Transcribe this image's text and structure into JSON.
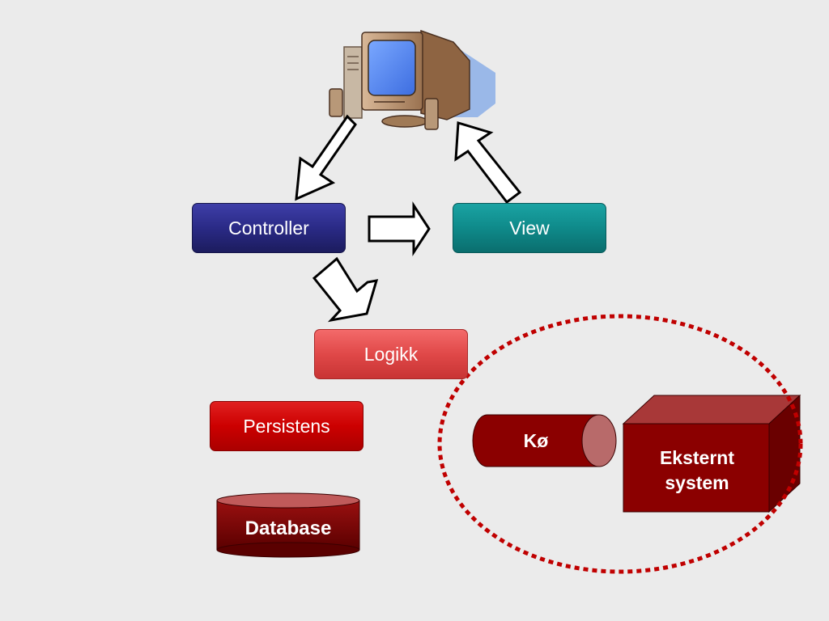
{
  "nodes": {
    "controller": "Controller",
    "view": "View",
    "logikk": "Logikk",
    "persistens": "Persistens",
    "database": "Database",
    "ko": "Kø",
    "ekstern_line1": "Eksternt",
    "ekstern_line2": "system"
  },
  "colors": {
    "background": "#ebebeb",
    "controller": "#2a2a86",
    "view": "#0f8a8a",
    "logikk": "#e04848",
    "persistens": "#cc0000",
    "dark_red": "#8b0000",
    "dotted_outline": "#c00000"
  },
  "icons": {
    "top": "computer-icon",
    "arrows": "block-arrow"
  }
}
